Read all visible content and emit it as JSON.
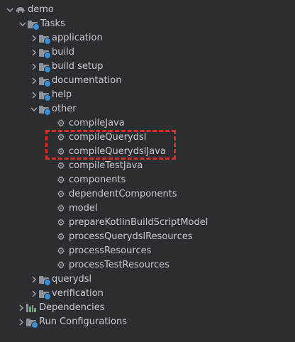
{
  "tree": {
    "root": {
      "label": "demo",
      "icon": "gradle-elephant-icon"
    },
    "tasks": {
      "label": "Tasks",
      "groups": [
        {
          "label": "application"
        },
        {
          "label": "build"
        },
        {
          "label": "build setup"
        },
        {
          "label": "documentation"
        },
        {
          "label": "help"
        }
      ],
      "other": {
        "label": "other",
        "items": [
          "compileJava",
          "compileQuerydsl",
          "compileQuerydslJava",
          "compileTestJava",
          "components",
          "dependentComponents",
          "model",
          "prepareKotlinBuildScriptModel",
          "processQuerydslResources",
          "processResources",
          "processTestResources"
        ]
      },
      "after_groups": [
        {
          "label": "querydsl"
        },
        {
          "label": "verification"
        }
      ]
    },
    "dependencies": {
      "label": "Dependencies"
    },
    "run_configurations": {
      "label": "Run Configurations"
    }
  },
  "colors": {
    "background": "#2b2d30",
    "text": "#c8ccd2",
    "highlight": "#d8302a",
    "accent_gear": "#3b8fd6"
  }
}
